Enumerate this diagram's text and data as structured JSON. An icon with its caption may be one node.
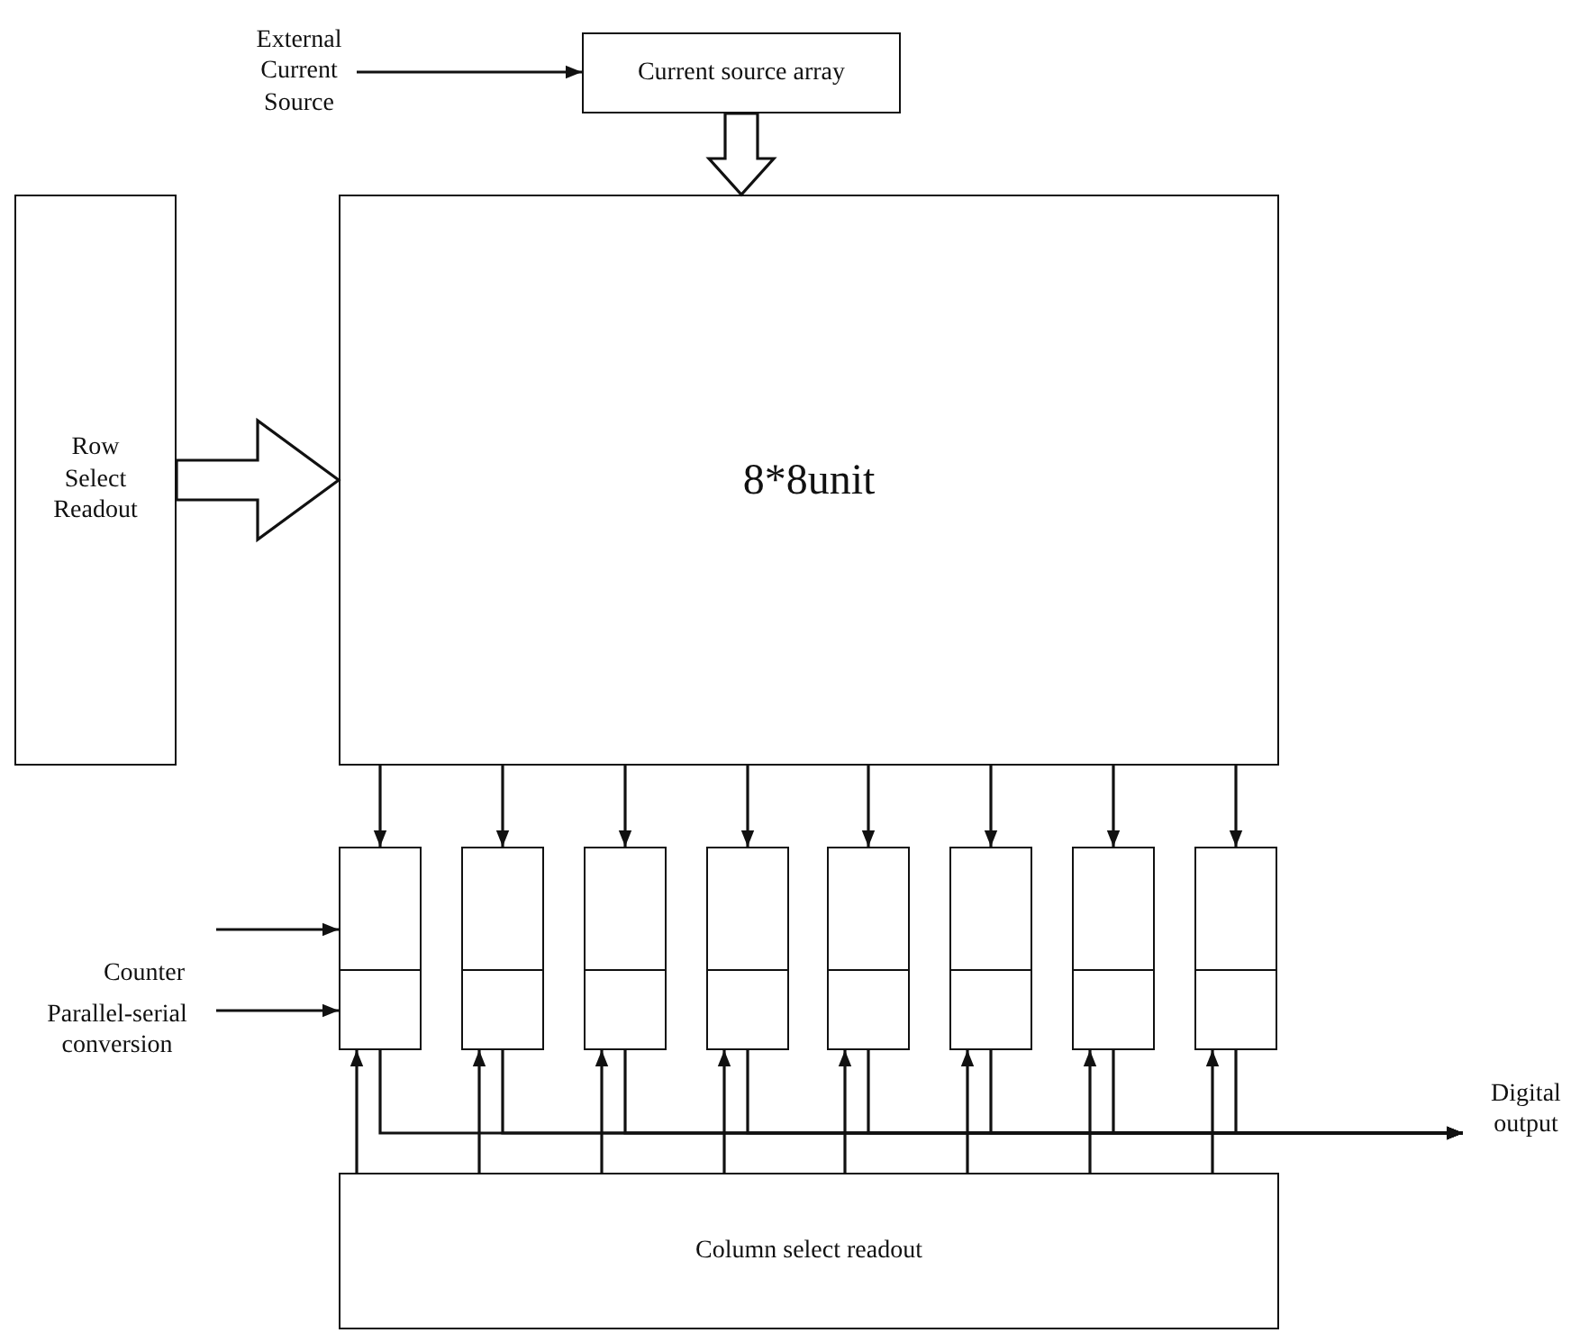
{
  "diagram": {
    "nodes": [
      {
        "text": [
          "External Current Source"
        ]
      },
      {
        "text": [
          "Current source array"
        ]
      },
      {
        "text": [
          "Row Select Readout"
        ]
      },
      {
        "text": [
          "8*8unit"
        ]
      },
      {
        "text": [],
        "shape": "box"
      },
      {
        "text": [],
        "shape": "box"
      },
      {
        "text": [],
        "shape": "box"
      },
      {
        "text": [],
        "shape": "box"
      },
      {
        "text": [],
        "shape": "box"
      },
      {
        "text": [],
        "shape": "box"
      },
      {
        "text": [],
        "shape": "box"
      },
      {
        "text": [],
        "shape": "box"
      },
      {
        "text": [
          "Counter"
        ]
      },
      {
        "text": [
          "Parallel-serial conversion"
        ]
      },
      {
        "text": [
          "Column select readout"
        ]
      },
      {
        "text": [
          "Digital output"
        ]
      }
    ],
    "edges": [
      {
        "from": 0,
        "to": 1,
        "arrow": "to"
      },
      {
        "from": 1,
        "to": 3,
        "arrow": "to",
        "style": "thick"
      },
      {
        "from": 2,
        "to": 3,
        "arrow": "to",
        "style": "thick"
      },
      {
        "from": 3,
        "to": 4,
        "arrow": "to"
      },
      {
        "from": 3,
        "to": 5,
        "arrow": "to"
      },
      {
        "from": 3,
        "to": 6,
        "arrow": "to"
      },
      {
        "from": 3,
        "to": 7,
        "arrow": "to"
      },
      {
        "from": 3,
        "to": 8,
        "arrow": "to"
      },
      {
        "from": 3,
        "to": 9,
        "arrow": "to"
      },
      {
        "from": 3,
        "to": 10,
        "arrow": "to"
      },
      {
        "from": 3,
        "to": 11,
        "arrow": "to"
      },
      {
        "from": 12,
        "to": 4,
        "arrow": "to"
      },
      {
        "from": 13,
        "to": 4,
        "arrow": "to"
      },
      {
        "from": 14,
        "to": 4,
        "arrow": "to"
      },
      {
        "from": 14,
        "to": 5,
        "arrow": "to"
      },
      {
        "from": 14,
        "to": 6,
        "arrow": "to"
      },
      {
        "from": 14,
        "to": 7,
        "arrow": "to"
      },
      {
        "from": 14,
        "to": 8,
        "arrow": "to"
      },
      {
        "from": 14,
        "to": 9,
        "arrow": "to"
      },
      {
        "from": 14,
        "to": 10,
        "arrow": "to"
      },
      {
        "from": 14,
        "to": 11,
        "arrow": "to"
      },
      {
        "from": 4,
        "to": 15,
        "arrow": "to"
      },
      {
        "from": 5,
        "to": 15,
        "arrow": "to"
      },
      {
        "from": 6,
        "to": 15,
        "arrow": "to"
      },
      {
        "from": 7,
        "to": 15,
        "arrow": "to"
      },
      {
        "from": 8,
        "to": 15,
        "arrow": "to"
      },
      {
        "from": 9,
        "to": 15,
        "arrow": "to"
      },
      {
        "from": 10,
        "to": 15,
        "arrow": "to"
      },
      {
        "from": 11,
        "to": 15,
        "arrow": "to"
      }
    ]
  }
}
